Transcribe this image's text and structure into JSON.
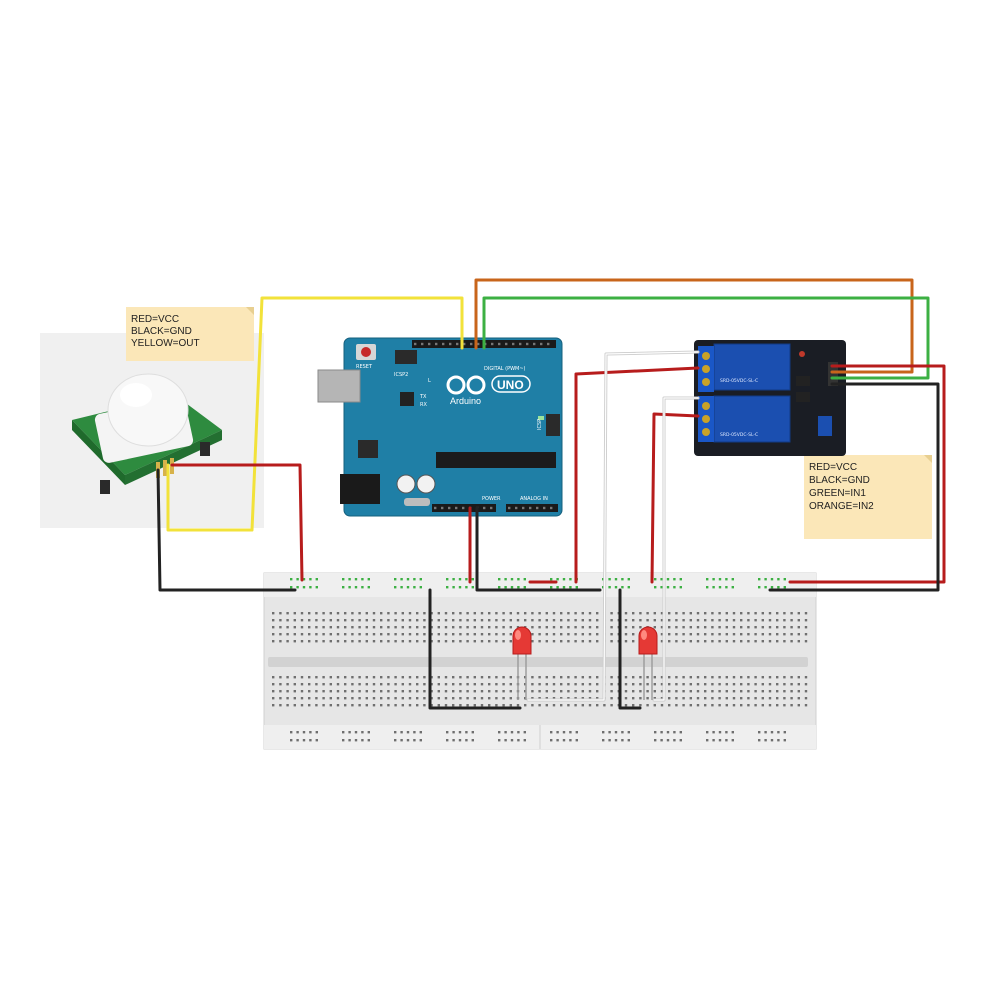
{
  "pir_note": {
    "lines": [
      "RED=VCC",
      "BLACK=GND",
      "YELLOW=OUT"
    ]
  },
  "relay_note": {
    "lines": [
      "RED=VCC",
      "BLACK=GND",
      "GREEN=IN1",
      "ORANGE=IN2"
    ]
  },
  "arduino": {
    "brand": "Arduino",
    "model": "UNO",
    "reset_label": "RESET",
    "icsp2_label": "ICSP2",
    "icsp_label": "ICSP",
    "digital_label": "DIGITAL (PWM~)",
    "power_label": "POWER",
    "analog_label": "ANALOG IN",
    "on_label": "ON",
    "l_label": "L",
    "tx_label": "TX",
    "rx_label": "RX"
  },
  "relay": {
    "model_1": "SRD-05VDC-SL-C",
    "model_2": "SRD-05VDC-SL-C"
  },
  "colors": {
    "red_wire": "#b71c1c",
    "black_wire": "#222222",
    "yellow_wire": "#f2e23a",
    "green_wire": "#3cb043",
    "orange_wire": "#c8651b",
    "white_wire": "#e9e9e9",
    "arduino_board": "#1f7fa6",
    "relay_board": "#1a1d24",
    "relay_block": "#1b4fb0",
    "note_bg": "#fbe7b8",
    "breadboard": "#e6e6e6"
  }
}
